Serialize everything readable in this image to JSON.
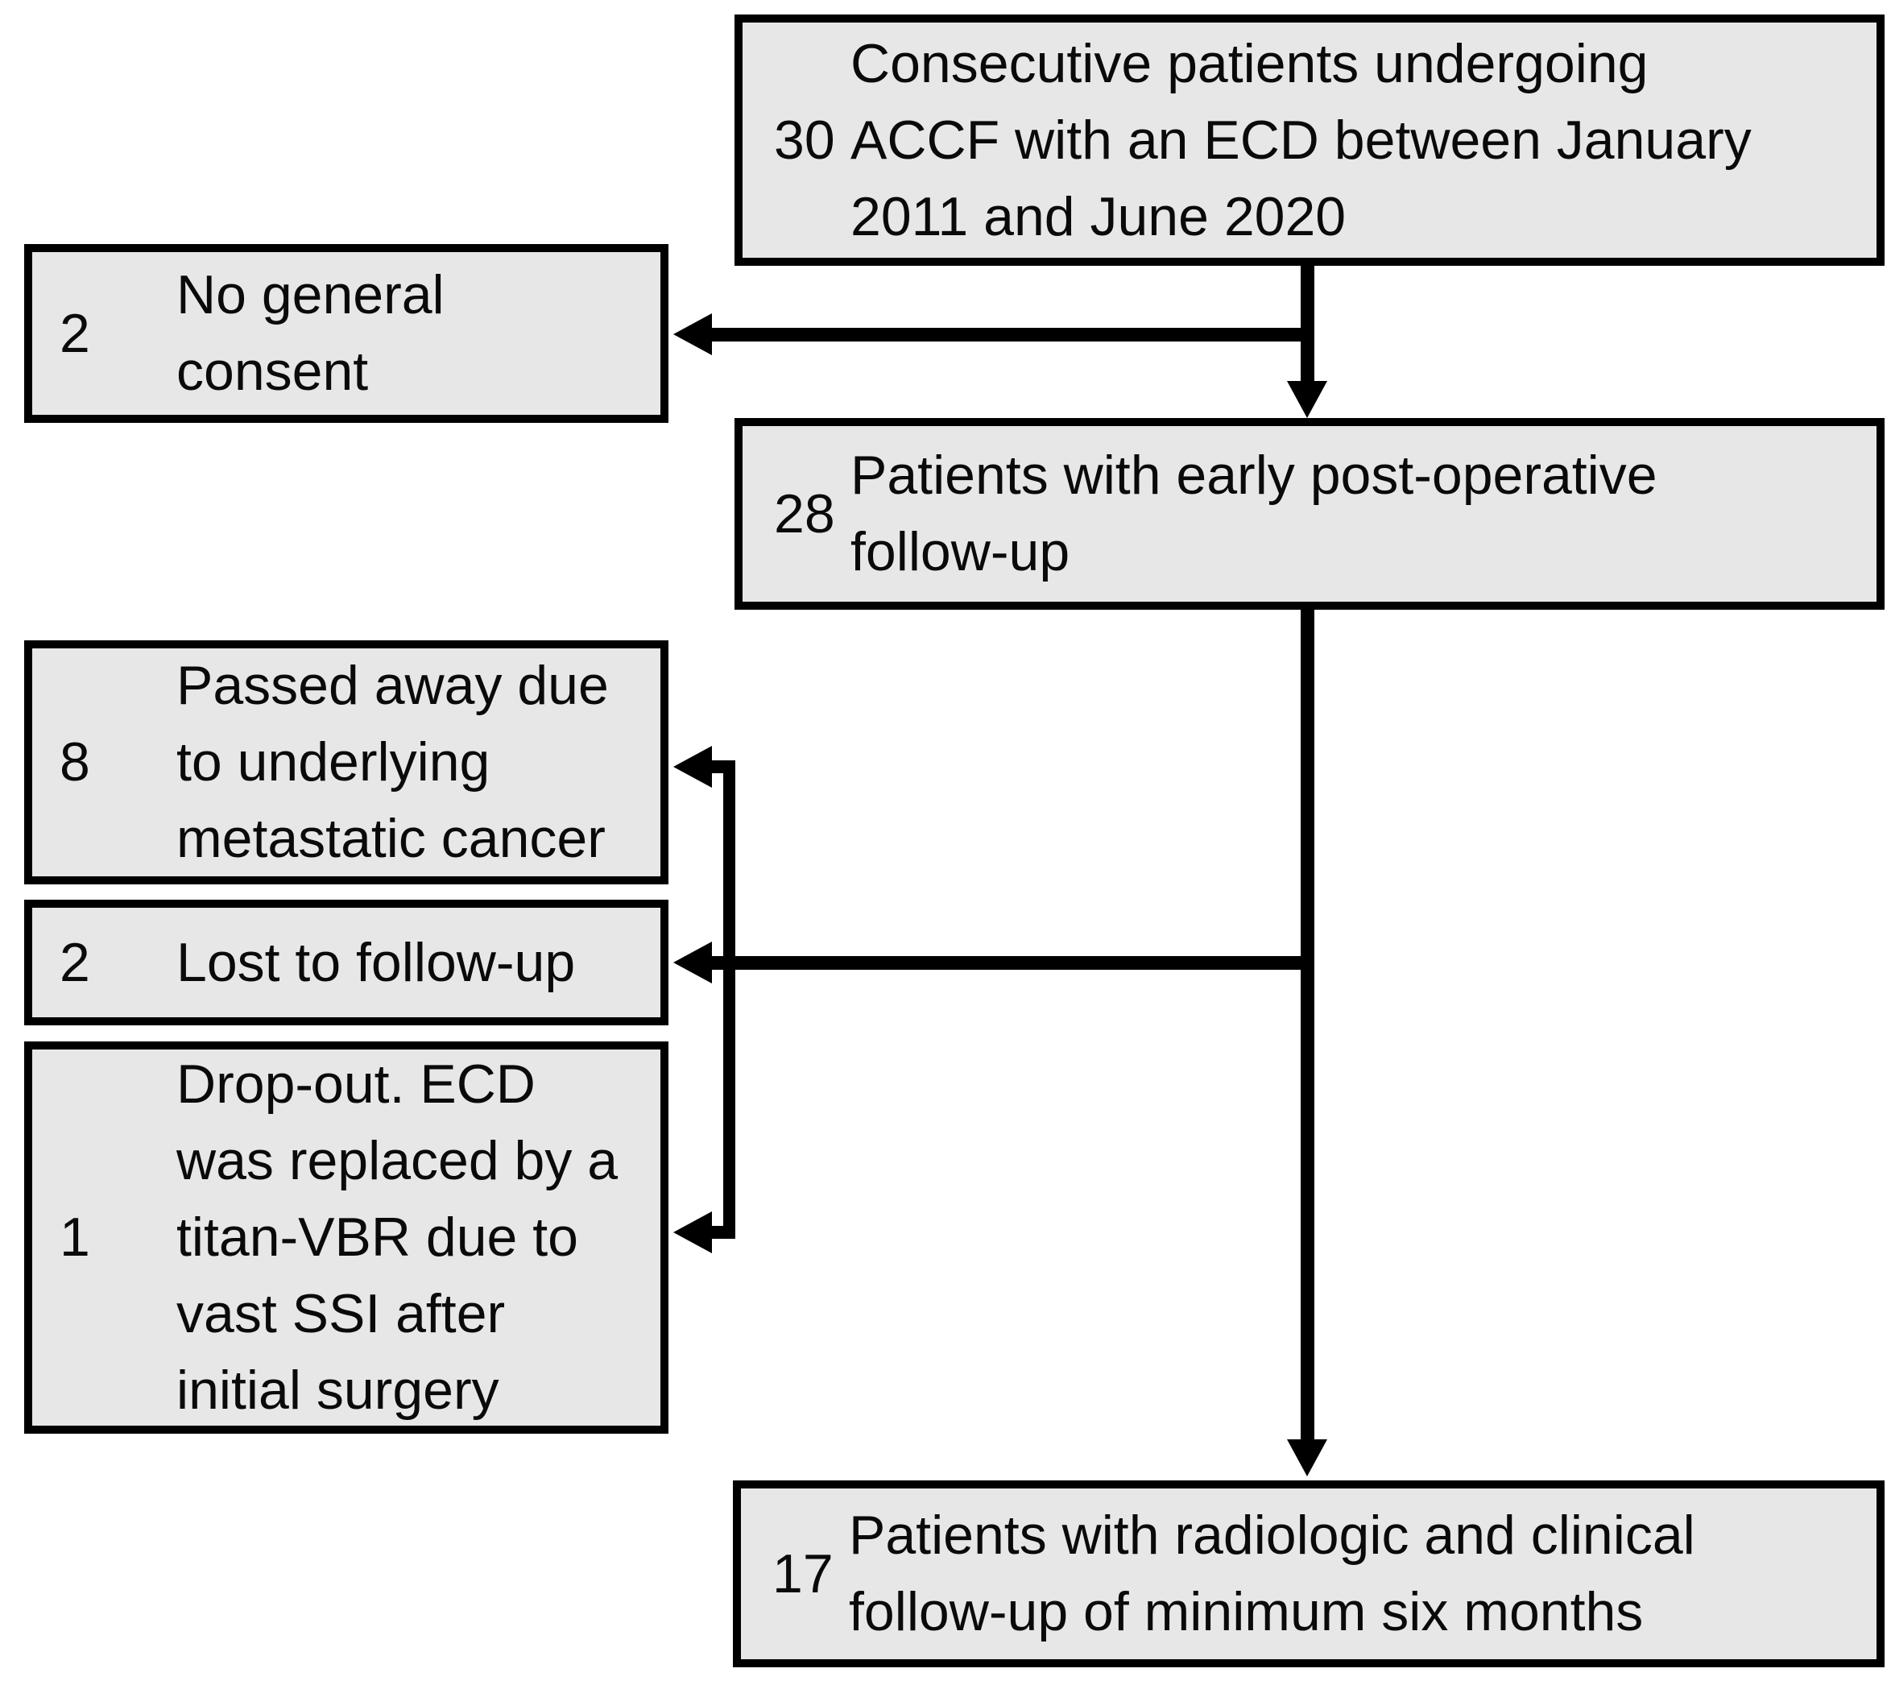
{
  "diagram": {
    "type": "flowchart",
    "background_color": "#ffffff",
    "box_fill_color": "#e7e7e7",
    "box_border_color": "#000000",
    "line_color": "#000000",
    "nodes": [
      {
        "id": "start",
        "count": "30",
        "lines": [
          "Consecutive patients undergoing",
          "ACCF with an ECD between January",
          "2011 and June 2020"
        ],
        "text": "30 Consecutive patients undergoing ACCF with an ECD between January 2011 and June 2020"
      },
      {
        "id": "no_consent",
        "count": "2",
        "lines": [
          "No general",
          "consent"
        ],
        "text": "2 No general consent"
      },
      {
        "id": "early_followup",
        "count": "28",
        "lines": [
          "Patients with early post-operative",
          "follow-up"
        ],
        "text": "28 Patients with early post-operative follow-up"
      },
      {
        "id": "passed_away",
        "count": "8",
        "lines": [
          "Passed away due",
          "to underlying",
          "metastatic cancer"
        ],
        "text": "8 Passed away due to underlying metastatic cancer"
      },
      {
        "id": "lost_followup",
        "count": "2",
        "lines": [
          "Lost to follow-up"
        ],
        "text": "2 Lost to follow-up"
      },
      {
        "id": "drop_out",
        "count": "1",
        "lines": [
          "Drop-out. ECD",
          "was replaced by a",
          "titan-VBR due to",
          "vast SSI after",
          "initial surgery"
        ],
        "text": "1 Drop-out. ECD was replaced by a titan-VBR due to vast SSI after initial surgery"
      },
      {
        "id": "final_followup",
        "count": "17",
        "lines": [
          "Patients with radiologic and clinical",
          "follow-up of minimum six months"
        ],
        "text": "17 Patients with radiologic and clinical follow-up of minimum six months"
      }
    ],
    "edges": [
      {
        "from": "start",
        "to": "no_consent"
      },
      {
        "from": "start",
        "to": "early_followup"
      },
      {
        "from": "early_followup",
        "to": "passed_away"
      },
      {
        "from": "early_followup",
        "to": "lost_followup"
      },
      {
        "from": "early_followup",
        "to": "drop_out"
      },
      {
        "from": "early_followup",
        "to": "final_followup"
      }
    ]
  }
}
